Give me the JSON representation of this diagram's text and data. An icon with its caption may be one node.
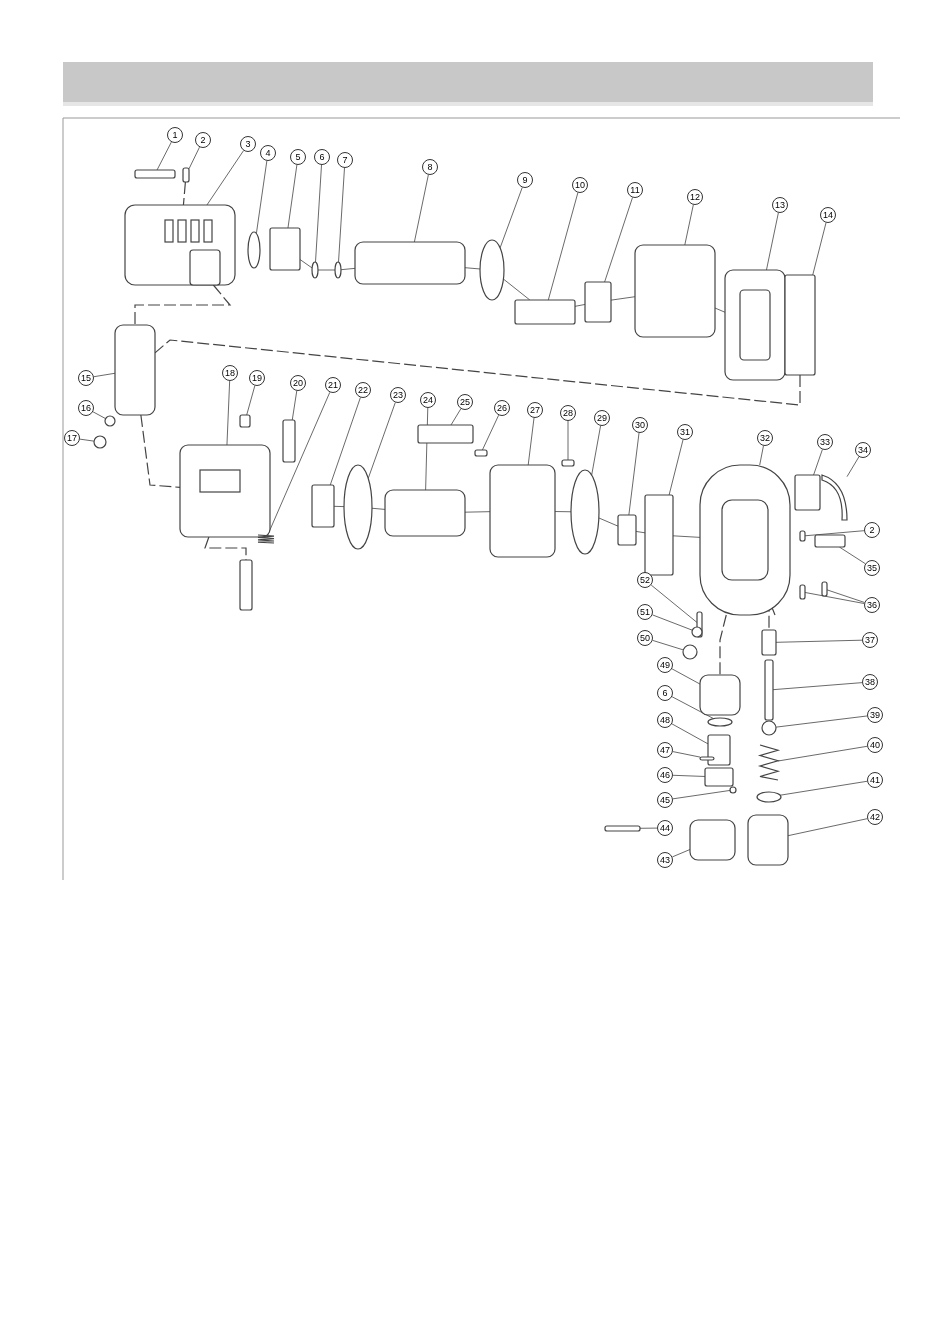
{
  "diagram": {
    "nodes": [
      {
        "text": [
          "1"
        ]
      },
      {
        "text": [
          "2"
        ]
      },
      {
        "text": [
          "3"
        ]
      },
      {
        "text": [
          "4"
        ]
      },
      {
        "text": [
          "5"
        ]
      },
      {
        "text": [
          "6"
        ]
      },
      {
        "text": [
          "7"
        ]
      },
      {
        "text": [
          "8"
        ]
      },
      {
        "text": [
          "9"
        ]
      },
      {
        "text": [
          "10"
        ]
      },
      {
        "text": [
          "11"
        ]
      },
      {
        "text": [
          "12"
        ]
      },
      {
        "text": [
          "13"
        ]
      },
      {
        "text": [
          "14"
        ]
      },
      {
        "text": [
          "15"
        ]
      },
      {
        "text": [
          "16"
        ]
      },
      {
        "text": [
          "17"
        ]
      },
      {
        "text": [
          "18"
        ]
      },
      {
        "text": [
          "19"
        ]
      },
      {
        "text": [
          "20"
        ]
      },
      {
        "text": [
          "21"
        ]
      },
      {
        "text": [
          "22"
        ]
      },
      {
        "text": [
          "23"
        ]
      },
      {
        "text": [
          "24"
        ]
      },
      {
        "text": [
          "25"
        ]
      },
      {
        "text": [
          "26"
        ]
      },
      {
        "text": [
          "27"
        ]
      },
      {
        "text": [
          "28"
        ]
      },
      {
        "text": [
          "29"
        ]
      },
      {
        "text": [
          "30"
        ]
      },
      {
        "text": [
          "31"
        ]
      },
      {
        "text": [
          "32"
        ]
      },
      {
        "text": [
          "33"
        ]
      },
      {
        "text": [
          "34"
        ]
      },
      {
        "text": [
          "2"
        ]
      },
      {
        "text": [
          "35"
        ]
      },
      {
        "text": [
          "36"
        ]
      },
      {
        "text": [
          "37"
        ]
      },
      {
        "text": [
          "38"
        ]
      },
      {
        "text": [
          "39"
        ]
      },
      {
        "text": [
          "40"
        ]
      },
      {
        "text": [
          "41"
        ]
      },
      {
        "text": [
          "42"
        ]
      },
      {
        "text": [
          "52"
        ]
      },
      {
        "text": [
          "51"
        ]
      },
      {
        "text": [
          "50"
        ]
      },
      {
        "text": [
          "49"
        ]
      },
      {
        "text": [
          "6"
        ]
      },
      {
        "text": [
          "48"
        ]
      },
      {
        "text": [
          "47"
        ]
      },
      {
        "text": [
          "46"
        ]
      },
      {
        "text": [
          "45"
        ]
      },
      {
        "text": [
          "44"
        ]
      },
      {
        "text": [
          "43"
        ]
      },
      {
        "text": [],
        "shape": "box"
      },
      {
        "text": [],
        "shape": "box"
      },
      {
        "text": [],
        "shape": "picture"
      },
      {
        "text": [],
        "shape": "circle"
      },
      {
        "text": [],
        "shape": "box"
      },
      {
        "text": [],
        "shape": "circle"
      },
      {
        "text": [],
        "shape": "circle"
      },
      {
        "text": [],
        "shape": "box"
      },
      {
        "text": [],
        "shape": "circle"
      },
      {
        "text": [],
        "shape": "box"
      },
      {
        "text": [],
        "shape": "box"
      },
      {
        "text": [],
        "shape": "box"
      },
      {
        "text": [],
        "shape": "picture"
      },
      {
        "text": [],
        "shape": "box"
      },
      {
        "text": [],
        "shape": "box"
      },
      {
        "text": [],
        "shape": "circle"
      },
      {
        "text": [],
        "shape": "circle"
      },
      {
        "text": [],
        "shape": "picture"
      },
      {
        "text": [],
        "shape": "box"
      },
      {
        "text": [],
        "shape": "box"
      },
      {
        "text": [],
        "shape": "picture"
      },
      {
        "text": [],
        "shape": "box"
      },
      {
        "text": [],
        "shape": "circle"
      },
      {
        "text": [],
        "shape": "box"
      },
      {
        "text": [],
        "shape": "box"
      },
      {
        "text": [],
        "shape": "box"
      },
      {
        "text": [],
        "shape": "box"
      },
      {
        "text": [],
        "shape": "box"
      },
      {
        "text": [],
        "shape": "circle"
      },
      {
        "text": [],
        "shape": "box"
      },
      {
        "text": [],
        "shape": "box"
      },
      {
        "text": [],
        "shape": "picture"
      },
      {
        "text": [],
        "shape": "box"
      },
      {
        "text": [],
        "shape": "picture"
      },
      {
        "text": [],
        "shape": "box"
      },
      {
        "text": [],
        "shape": "box"
      },
      {
        "text": [],
        "shape": "box"
      },
      {
        "text": [],
        "shape": "box"
      },
      {
        "text": [],
        "shape": "box"
      },
      {
        "text": [],
        "shape": "box"
      },
      {
        "text": [],
        "shape": "circle"
      },
      {
        "text": [],
        "shape": "picture"
      },
      {
        "text": [],
        "shape": "circle"
      },
      {
        "text": [],
        "shape": "box"
      },
      {
        "text": [],
        "shape": "box"
      },
      {
        "text": [],
        "shape": "circle"
      },
      {
        "text": [],
        "shape": "circle"
      },
      {
        "text": [],
        "shape": "box"
      },
      {
        "text": [],
        "shape": "circle"
      },
      {
        "text": [],
        "shape": "box"
      },
      {
        "text": [],
        "shape": "box"
      },
      {
        "text": [],
        "shape": "box"
      },
      {
        "text": [],
        "shape": "circle"
      },
      {
        "text": [],
        "shape": "box"
      },
      {
        "text": [],
        "shape": "box"
      },
      {
        "text": [],
        "shape": "box"
      }
    ],
    "edges": [
      {
        "from": 0,
        "to": 54,
        "arrow": "none"
      },
      {
        "from": 1,
        "to": 55,
        "arrow": "none"
      },
      {
        "from": 2,
        "to": 56,
        "arrow": "none"
      },
      {
        "from": 3,
        "to": 57,
        "arrow": "none"
      },
      {
        "from": 4,
        "to": 58,
        "arrow": "none"
      },
      {
        "from": 5,
        "to": 59,
        "arrow": "none"
      },
      {
        "from": 6,
        "to": 60,
        "arrow": "none"
      },
      {
        "from": 7,
        "to": 61,
        "arrow": "none"
      },
      {
        "from": 8,
        "to": 62,
        "arrow": "none"
      },
      {
        "from": 9,
        "to": 63,
        "arrow": "none"
      },
      {
        "from": 10,
        "to": 64,
        "arrow": "none"
      },
      {
        "from": 11,
        "to": 65,
        "arrow": "none"
      },
      {
        "from": 12,
        "to": 66,
        "arrow": "none"
      },
      {
        "from": 13,
        "to": 67,
        "arrow": "none"
      },
      {
        "from": 14,
        "to": 68,
        "arrow": "none"
      },
      {
        "from": 15,
        "to": 69,
        "arrow": "none"
      },
      {
        "from": 16,
        "to": 70,
        "arrow": "none"
      },
      {
        "from": 17,
        "to": 71,
        "arrow": "none"
      },
      {
        "from": 18,
        "to": 72,
        "arrow": "none"
      },
      {
        "from": 19,
        "to": 73,
        "arrow": "none"
      },
      {
        "from": 20,
        "to": 74,
        "arrow": "none"
      },
      {
        "from": 21,
        "to": 75,
        "arrow": "none"
      },
      {
        "from": 22,
        "to": 76,
        "arrow": "none"
      },
      {
        "from": 23,
        "to": 77,
        "arrow": "none"
      },
      {
        "from": 24,
        "to": 78,
        "arrow": "none"
      },
      {
        "from": 25,
        "to": 79,
        "arrow": "none"
      },
      {
        "from": 26,
        "to": 80,
        "arrow": "none"
      },
      {
        "from": 27,
        "to": 81,
        "arrow": "none"
      },
      {
        "from": 28,
        "to": 82,
        "arrow": "none"
      },
      {
        "from": 29,
        "to": 83,
        "arrow": "none"
      },
      {
        "from": 30,
        "to": 84,
        "arrow": "none"
      },
      {
        "from": 31,
        "to": 85,
        "arrow": "none"
      },
      {
        "from": 32,
        "to": 86,
        "arrow": "none"
      },
      {
        "from": 33,
        "to": 87,
        "arrow": "none"
      },
      {
        "from": 34,
        "to": 88,
        "arrow": "none"
      },
      {
        "from": 35,
        "to": 89,
        "arrow": "none"
      },
      {
        "from": 36,
        "to": 90,
        "arrow": "none"
      },
      {
        "from": 36,
        "to": 91,
        "arrow": "none"
      },
      {
        "from": 37,
        "to": 92,
        "arrow": "none"
      },
      {
        "from": 38,
        "to": 93,
        "arrow": "none"
      },
      {
        "from": 39,
        "to": 94,
        "arrow": "none"
      },
      {
        "from": 40,
        "to": 95,
        "arrow": "none"
      },
      {
        "from": 41,
        "to": 96,
        "arrow": "none"
      },
      {
        "from": 42,
        "to": 97,
        "arrow": "none"
      },
      {
        "from": 43,
        "to": 98,
        "arrow": "none"
      },
      {
        "from": 44,
        "to": 99,
        "arrow": "none"
      },
      {
        "from": 45,
        "to": 100,
        "arrow": "none"
      },
      {
        "from": 46,
        "to": 101,
        "arrow": "none"
      },
      {
        "from": 47,
        "to": 102,
        "arrow": "none"
      },
      {
        "from": 48,
        "to": 103,
        "arrow": "none"
      },
      {
        "from": 49,
        "to": 104,
        "arrow": "none"
      },
      {
        "from": 50,
        "to": 105,
        "arrow": "none"
      },
      {
        "from": 51,
        "to": 106,
        "arrow": "none"
      },
      {
        "from": 52,
        "to": 107,
        "arrow": "none"
      },
      {
        "from": 53,
        "to": 108,
        "arrow": "none"
      },
      {
        "from": 55,
        "to": 56,
        "arrow": "none",
        "style": "dashed"
      },
      {
        "from": 56,
        "to": 68,
        "arrow": "none",
        "style": "dashed"
      },
      {
        "from": 67,
        "to": 68,
        "arrow": "none",
        "style": "dashed"
      },
      {
        "from": 68,
        "to": 71,
        "arrow": "none",
        "style": "dashed"
      },
      {
        "from": 71,
        "to": 109,
        "arrow": "none",
        "style": "dashed"
      },
      {
        "from": 85,
        "to": 101,
        "arrow": "none",
        "style": "dashed"
      },
      {
        "from": 85,
        "to": 92,
        "arrow": "none",
        "style": "dashed"
      },
      {
        "from": 58,
        "to": 59,
        "arrow": "none"
      },
      {
        "from": 59,
        "to": 60,
        "arrow": "none"
      },
      {
        "from": 60,
        "to": 61,
        "arrow": "none"
      },
      {
        "from": 61,
        "to": 62,
        "arrow": "none"
      },
      {
        "from": 62,
        "to": 63,
        "arrow": "none"
      },
      {
        "from": 63,
        "to": 64,
        "arrow": "none"
      },
      {
        "from": 64,
        "to": 65,
        "arrow": "none"
      },
      {
        "from": 65,
        "to": 66,
        "arrow": "none"
      },
      {
        "from": 75,
        "to": 76,
        "arrow": "none"
      },
      {
        "from": 76,
        "to": 77,
        "arrow": "none"
      },
      {
        "from": 77,
        "to": 80,
        "arrow": "none"
      },
      {
        "from": 80,
        "to": 82,
        "arrow": "none"
      },
      {
        "from": 82,
        "to": 83,
        "arrow": "none"
      },
      {
        "from": 83,
        "to": 84,
        "arrow": "none"
      },
      {
        "from": 84,
        "to": 85,
        "arrow": "none"
      }
    ]
  }
}
